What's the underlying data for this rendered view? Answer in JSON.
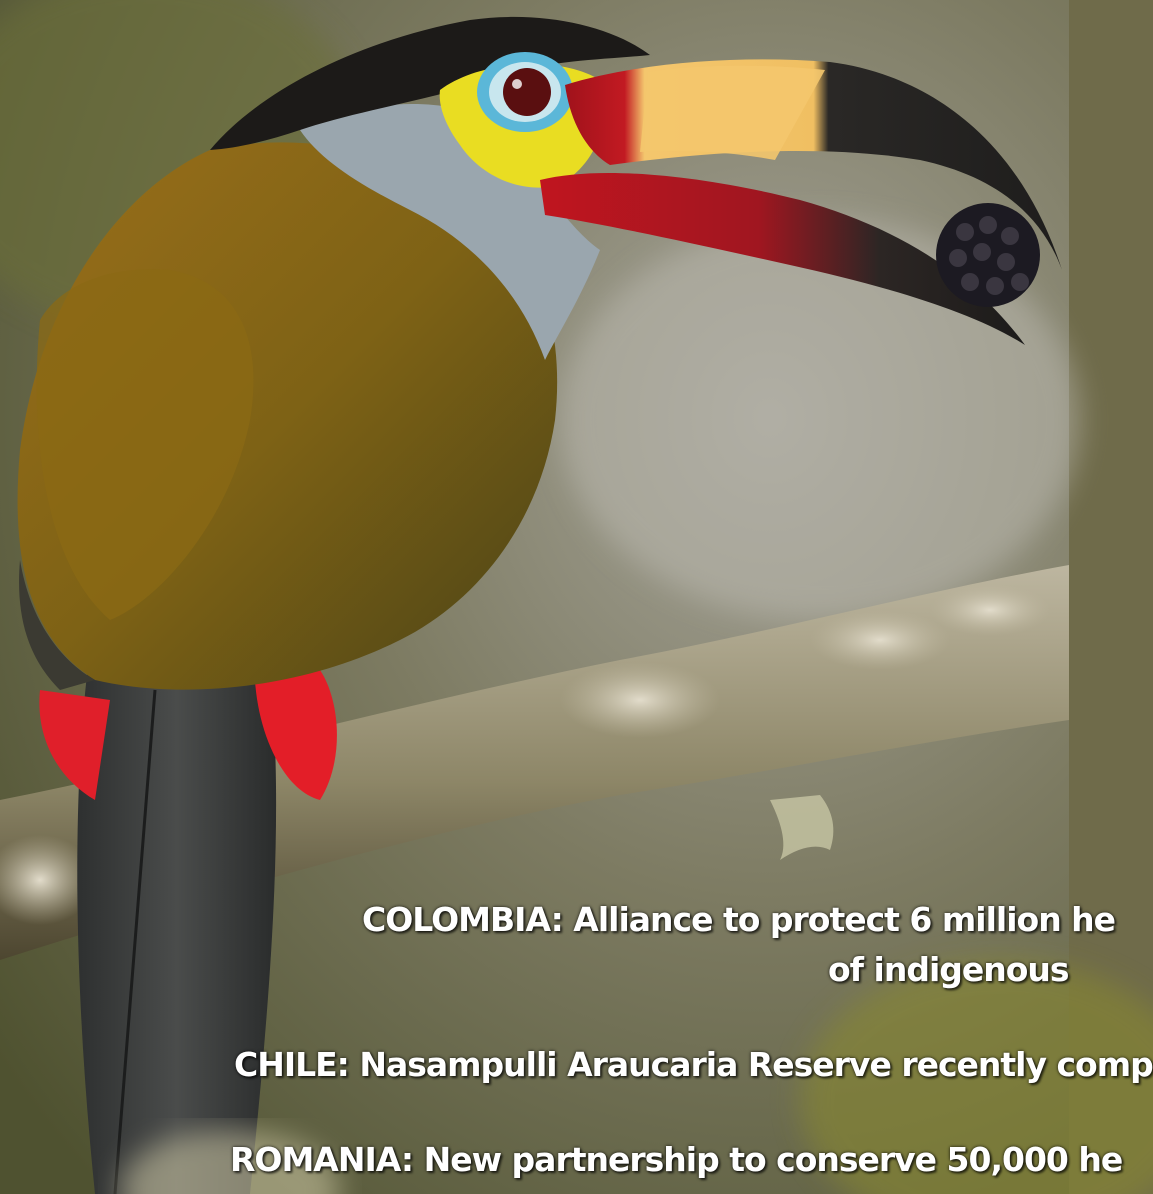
{
  "captions": {
    "colombia": [
      "COLOMBIA: Alliance to protect 6 million he",
      "of indigenous"
    ],
    "chile": "CHILE: Nasampulli Araucaria Reserve recently comp",
    "romania": "ROMANIA: New partnership to conserve 50,000 he"
  },
  "colors": {
    "background": "#6f6b4a",
    "plumage_back": "#8a6516",
    "crown": "#1c1a18",
    "throat": "#9aa6ae",
    "face_yellow": "#e9dd22",
    "eye_ring": "#5bb7d8",
    "bill_plate": "#f4c66d",
    "bill_red": "#b8141e",
    "bill_black": "#262422",
    "thigh_red": "#e31e28",
    "tail": "#3d3f3e",
    "branch": "#9a9278",
    "berry": "#1c1a22"
  }
}
